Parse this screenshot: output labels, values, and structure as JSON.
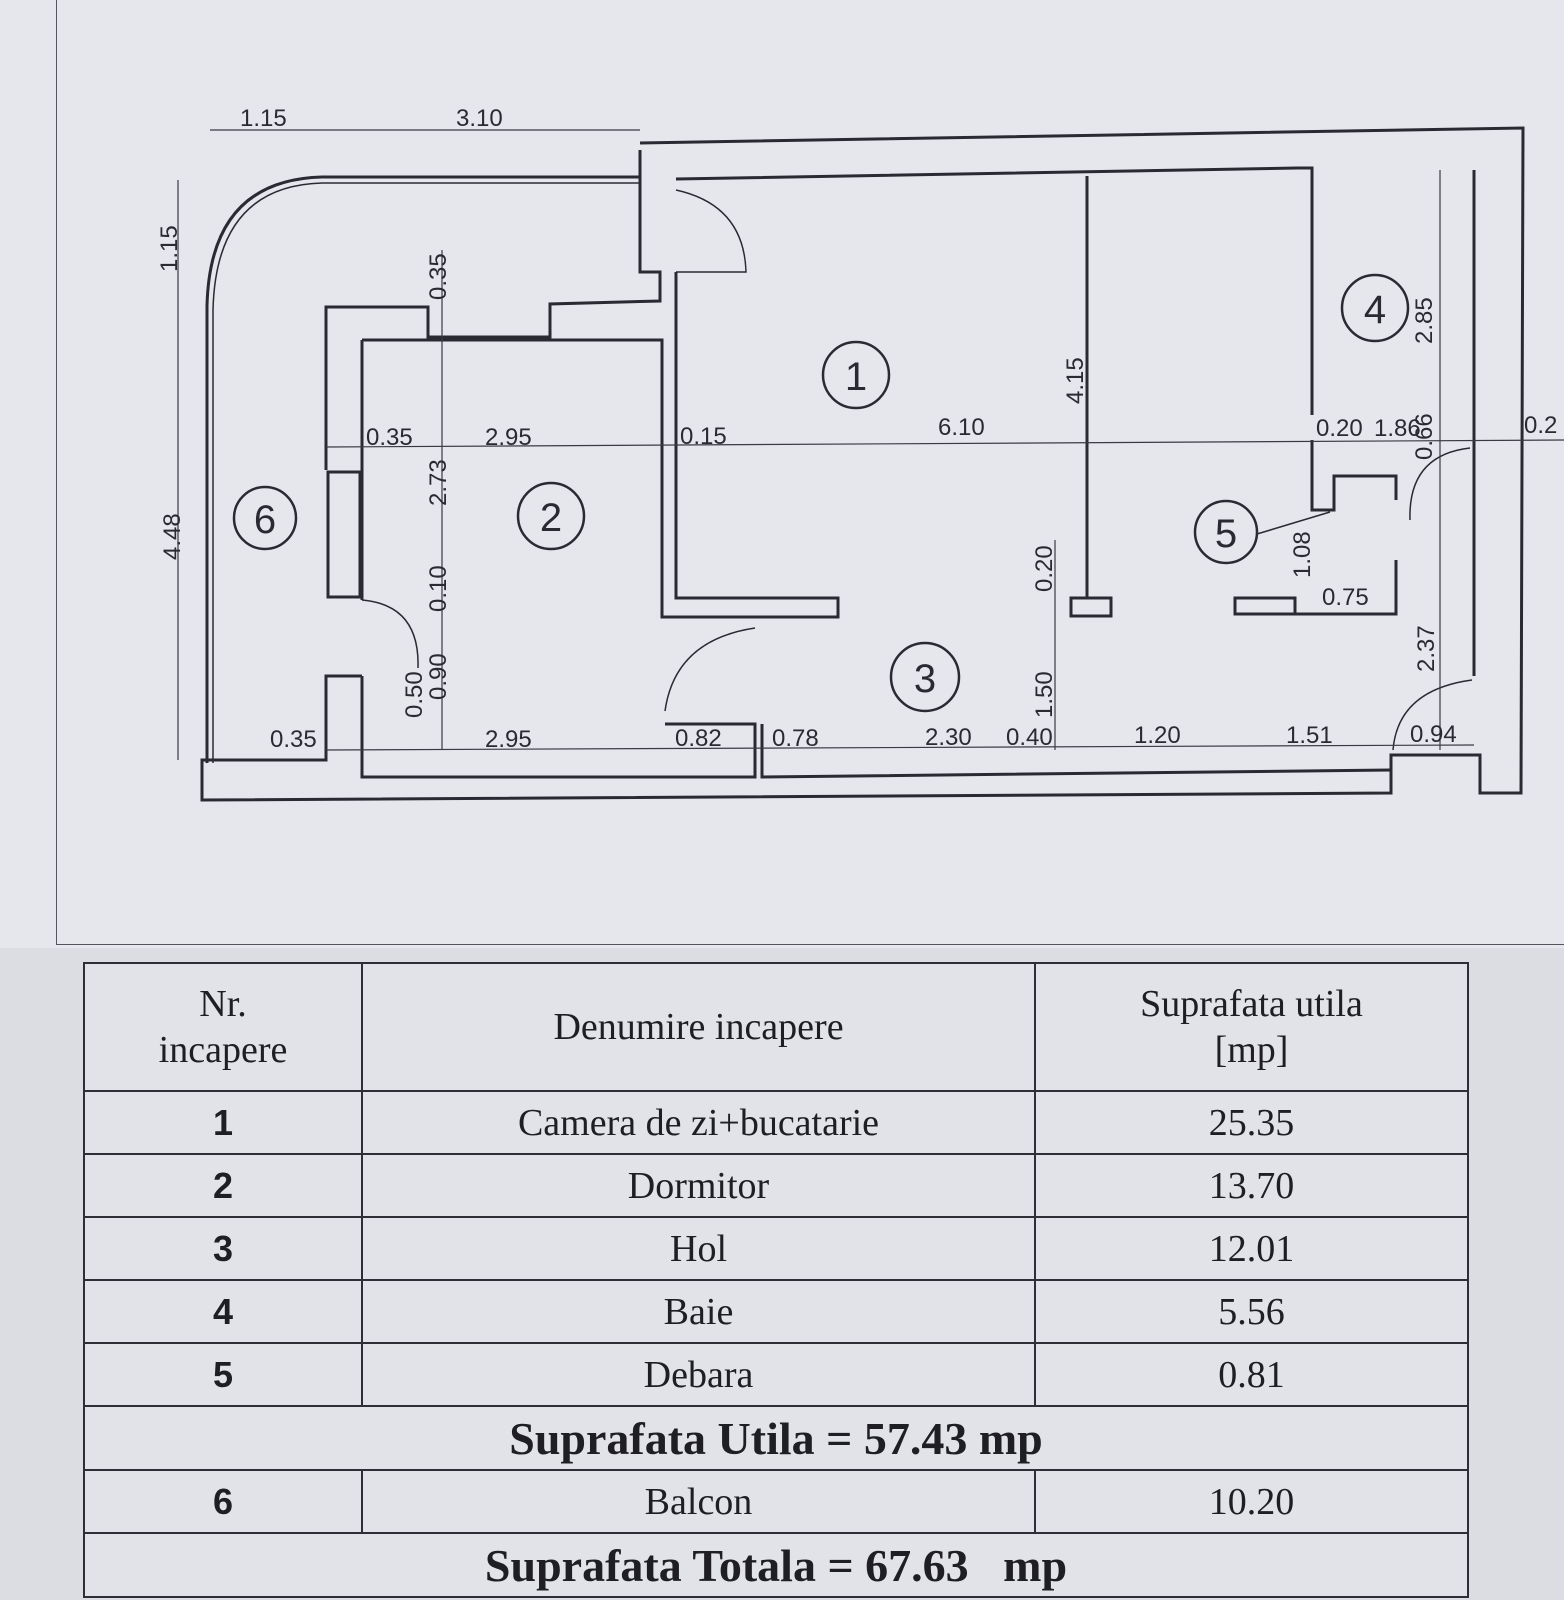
{
  "plan": {
    "room_numbers": [
      "1",
      "2",
      "3",
      "4",
      "5",
      "6"
    ],
    "dimensions": {
      "top_1": "1.15",
      "top_2": "3.10",
      "left_1": "1.15",
      "left_2": "4.48",
      "d_035_v": "0.35",
      "row_035": "0.35",
      "row_295": "2.95",
      "row_015": "0.15",
      "row_610": "6.10",
      "row_020": "0.20",
      "row_186": "1.86",
      "edge_02": "0.2",
      "v_273": "2.73",
      "v_010": "0.10",
      "v_090": "0.90",
      "v_050": "0.50",
      "v_415": "4.15",
      "v_285": "2.85",
      "v_066": "0.66",
      "v_108": "1.08",
      "h_075": "0.75",
      "v_237": "2.37",
      "v_020b": "0.20",
      "v_150": "1.50",
      "b_035": "0.35",
      "b_295": "2.95",
      "b_082": "0.82",
      "b_078": "0.78",
      "b_230": "2.30",
      "b_040": "0.40",
      "b_120": "1.20",
      "b_151": "1.51",
      "b_094": "0.94"
    }
  },
  "table": {
    "headers": [
      "Nr.\nincapere",
      "Denumire incapere",
      "Suprafata utila\n[mp]"
    ],
    "rows": [
      {
        "nr": "1",
        "name": "Camera de zi+bucatarie",
        "area": "25.35"
      },
      {
        "nr": "2",
        "name": "Dormitor",
        "area": "13.70"
      },
      {
        "nr": "3",
        "name": "Hol",
        "area": "12.01"
      },
      {
        "nr": "4",
        "name": "Baie",
        "area": "5.56"
      },
      {
        "nr": "5",
        "name": "Debara",
        "area": "0.81"
      }
    ],
    "subtotal": "Suprafata Utila = 57.43 mp",
    "balcony": {
      "nr": "6",
      "name": "Balcon",
      "area": "10.20"
    },
    "total": "Suprafata Totala = 67.63   mp"
  }
}
